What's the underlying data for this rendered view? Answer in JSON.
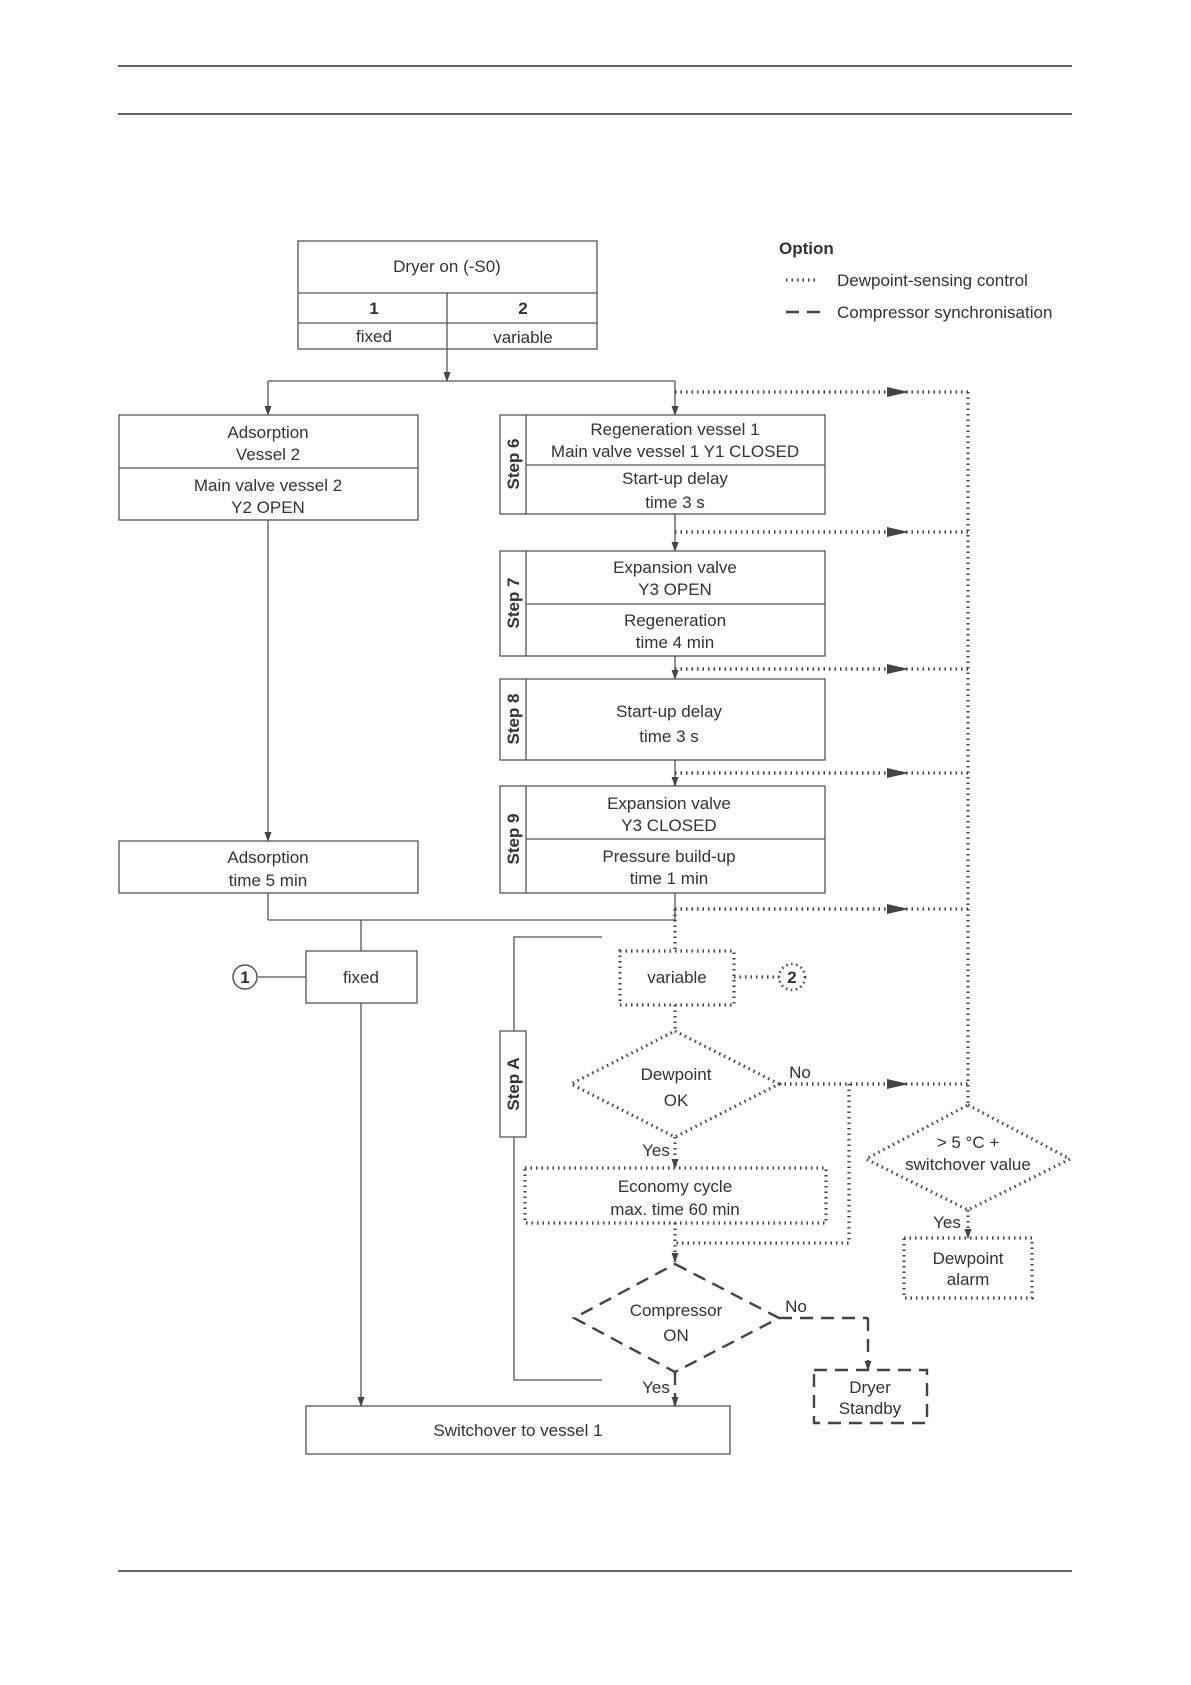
{
  "legend": {
    "title": "Option",
    "dewpoint": "Dewpoint-sensing control",
    "compressor": "Compressor synchronisation"
  },
  "start": {
    "title": "Dryer on (-S0)",
    "col1_num": "1",
    "col1_label": "fixed",
    "col2_num": "2",
    "col2_label": "variable"
  },
  "adsorption_vessel": {
    "line1": "Adsorption",
    "line2": "Vessel 2",
    "line3": "Main valve vessel 2",
    "line4": "Y2 OPEN"
  },
  "adsorption_time": {
    "line1": "Adsorption",
    "line2": "time 5 min"
  },
  "fixed_box": "fixed",
  "marker1": "1",
  "marker2": "2",
  "step6": {
    "label": "Step 6",
    "line1": "Regeneration vessel 1",
    "line2": "Main valve vessel 1   Y1 CLOSED",
    "line3": "Start-up delay",
    "line4": "time 3 s"
  },
  "step7": {
    "label": "Step 7",
    "line1": "Expansion valve",
    "line2": "Y3 OPEN",
    "line3": "Regeneration",
    "line4": "time 4 min"
  },
  "step8": {
    "label": "Step 8",
    "line1": "Start-up delay",
    "line2": "time 3 s"
  },
  "step9": {
    "label": "Step 9",
    "line1": "Expansion valve",
    "line2": "Y3 CLOSED",
    "line3": "Pressure build-up",
    "line4": "time 1 min"
  },
  "stepA": {
    "label": "Step A"
  },
  "variable_box": "variable",
  "dewpoint_ok": {
    "line1": "Dewpoint",
    "line2": "OK",
    "yes": "Yes",
    "no": "No"
  },
  "economy": {
    "line1": "Economy cycle",
    "line2": "max. time 60 min"
  },
  "compressor_on": {
    "line1": "Compressor",
    "line2": "ON",
    "yes": "Yes",
    "no": "No"
  },
  "dryer_standby": {
    "line1": "Dryer",
    "line2": "Standby"
  },
  "switchover_check": {
    "line1": "> 5 °C +",
    "line2": "switchover value",
    "yes": "Yes"
  },
  "dewpoint_alarm": {
    "line1": "Dewpoint",
    "line2": "alarm"
  },
  "switchover": "Switchover to vessel 1"
}
